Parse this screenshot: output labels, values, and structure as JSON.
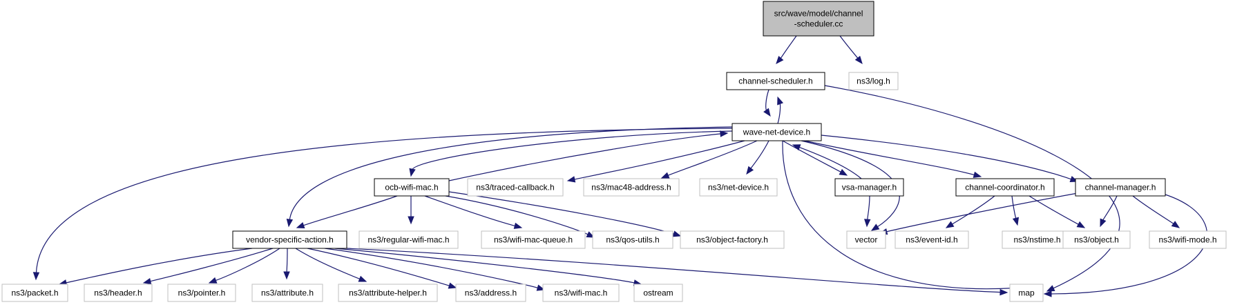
{
  "colors": {
    "edge": "#191970",
    "root_fill": "#bfbfbf",
    "doc_border": "#000000",
    "ext_border": "#bfbfbf",
    "text": "#000000"
  },
  "nodes": [
    {
      "id": "root",
      "lines": [
        "src/wave/model/channel",
        "-scheduler.cc"
      ],
      "kind": "root"
    },
    {
      "id": "channel-scheduler-h",
      "lines": [
        "channel-scheduler.h"
      ],
      "kind": "doc"
    },
    {
      "id": "ns3-log-h",
      "lines": [
        "ns3/log.h"
      ],
      "kind": "ext"
    },
    {
      "id": "wave-net-device-h",
      "lines": [
        "wave-net-device.h"
      ],
      "kind": "doc"
    },
    {
      "id": "ocb-wifi-mac-h",
      "lines": [
        "ocb-wifi-mac.h"
      ],
      "kind": "doc"
    },
    {
      "id": "ns3-traced-callback-h",
      "lines": [
        "ns3/traced-callback.h"
      ],
      "kind": "ext"
    },
    {
      "id": "ns3-mac48-address-h",
      "lines": [
        "ns3/mac48-address.h"
      ],
      "kind": "ext"
    },
    {
      "id": "ns3-net-device-h",
      "lines": [
        "ns3/net-device.h"
      ],
      "kind": "ext"
    },
    {
      "id": "vsa-manager-h",
      "lines": [
        "vsa-manager.h"
      ],
      "kind": "doc"
    },
    {
      "id": "channel-coordinator-h",
      "lines": [
        "channel-coordinator.h"
      ],
      "kind": "doc"
    },
    {
      "id": "channel-manager-h",
      "lines": [
        "channel-manager.h"
      ],
      "kind": "doc"
    },
    {
      "id": "vendor-specific-action-h",
      "lines": [
        "vendor-specific-action.h"
      ],
      "kind": "doc"
    },
    {
      "id": "ns3-regular-wifi-mac-h",
      "lines": [
        "ns3/regular-wifi-mac.h"
      ],
      "kind": "ext"
    },
    {
      "id": "ns3-wifi-mac-queue-h",
      "lines": [
        "ns3/wifi-mac-queue.h"
      ],
      "kind": "ext"
    },
    {
      "id": "ns3-qos-utils-h",
      "lines": [
        "ns3/qos-utils.h"
      ],
      "kind": "ext"
    },
    {
      "id": "ns3-object-factory-h",
      "lines": [
        "ns3/object-factory.h"
      ],
      "kind": "ext"
    },
    {
      "id": "vector",
      "lines": [
        "vector"
      ],
      "kind": "ext"
    },
    {
      "id": "ns3-event-id-h",
      "lines": [
        "ns3/event-id.h"
      ],
      "kind": "ext"
    },
    {
      "id": "ns3-nstime-h",
      "lines": [
        "ns3/nstime.h"
      ],
      "kind": "ext"
    },
    {
      "id": "ns3-object-h",
      "lines": [
        "ns3/object.h"
      ],
      "kind": "ext"
    },
    {
      "id": "ns3-wifi-mode-h",
      "lines": [
        "ns3/wifi-mode.h"
      ],
      "kind": "ext"
    },
    {
      "id": "ns3-packet-h",
      "lines": [
        "ns3/packet.h"
      ],
      "kind": "ext"
    },
    {
      "id": "ns3-header-h",
      "lines": [
        "ns3/header.h"
      ],
      "kind": "ext"
    },
    {
      "id": "ns3-pointer-h",
      "lines": [
        "ns3/pointer.h"
      ],
      "kind": "ext"
    },
    {
      "id": "ns3-attribute-h",
      "lines": [
        "ns3/attribute.h"
      ],
      "kind": "ext"
    },
    {
      "id": "ns3-attribute-helper-h",
      "lines": [
        "ns3/attribute-helper.h"
      ],
      "kind": "ext"
    },
    {
      "id": "ns3-address-h",
      "lines": [
        "ns3/address.h"
      ],
      "kind": "ext"
    },
    {
      "id": "ns3-wifi-mac-h",
      "lines": [
        "ns3/wifi-mac.h"
      ],
      "kind": "ext"
    },
    {
      "id": "ostream",
      "lines": [
        "ostream"
      ],
      "kind": "ext"
    },
    {
      "id": "map",
      "lines": [
        "map"
      ],
      "kind": "ext"
    }
  ],
  "edges": [
    {
      "from": "root",
      "to": "channel-scheduler-h"
    },
    {
      "from": "root",
      "to": "ns3-log-h"
    },
    {
      "from": "channel-scheduler-h",
      "to": "wave-net-device-h"
    },
    {
      "from": "channel-scheduler-h",
      "to": "map"
    },
    {
      "from": "wave-net-device-h",
      "to": "channel-scheduler-h"
    },
    {
      "from": "wave-net-device-h",
      "to": "ocb-wifi-mac-h"
    },
    {
      "from": "wave-net-device-h",
      "to": "ns3-traced-callback-h"
    },
    {
      "from": "wave-net-device-h",
      "to": "ns3-mac48-address-h"
    },
    {
      "from": "wave-net-device-h",
      "to": "ns3-net-device-h"
    },
    {
      "from": "wave-net-device-h",
      "to": "vsa-manager-h"
    },
    {
      "from": "wave-net-device-h",
      "to": "channel-coordinator-h"
    },
    {
      "from": "wave-net-device-h",
      "to": "channel-manager-h"
    },
    {
      "from": "wave-net-device-h",
      "to": "vendor-specific-action-h"
    },
    {
      "from": "wave-net-device-h",
      "to": "ns3-packet-h"
    },
    {
      "from": "wave-net-device-h",
      "to": "vector"
    },
    {
      "from": "wave-net-device-h",
      "to": "map"
    },
    {
      "from": "ocb-wifi-mac-h",
      "to": "wave-net-device-h"
    },
    {
      "from": "ocb-wifi-mac-h",
      "to": "vendor-specific-action-h"
    },
    {
      "from": "ocb-wifi-mac-h",
      "to": "ns3-regular-wifi-mac-h"
    },
    {
      "from": "ocb-wifi-mac-h",
      "to": "ns3-wifi-mac-queue-h"
    },
    {
      "from": "ocb-wifi-mac-h",
      "to": "ns3-qos-utils-h"
    },
    {
      "from": "ocb-wifi-mac-h",
      "to": "ns3-object-factory-h"
    },
    {
      "from": "vsa-manager-h",
      "to": "wave-net-device-h"
    },
    {
      "from": "vsa-manager-h",
      "to": "vector"
    },
    {
      "from": "channel-coordinator-h",
      "to": "ns3-event-id-h"
    },
    {
      "from": "channel-coordinator-h",
      "to": "ns3-nstime-h"
    },
    {
      "from": "channel-coordinator-h",
      "to": "ns3-object-h"
    },
    {
      "from": "channel-manager-h",
      "to": "vector"
    },
    {
      "from": "channel-manager-h",
      "to": "ns3-object-h"
    },
    {
      "from": "channel-manager-h",
      "to": "ns3-wifi-mode-h"
    },
    {
      "from": "channel-manager-h",
      "to": "map"
    },
    {
      "from": "vendor-specific-action-h",
      "to": "ns3-packet-h"
    },
    {
      "from": "vendor-specific-action-h",
      "to": "ns3-header-h"
    },
    {
      "from": "vendor-specific-action-h",
      "to": "ns3-pointer-h"
    },
    {
      "from": "vendor-specific-action-h",
      "to": "ns3-attribute-h"
    },
    {
      "from": "vendor-specific-action-h",
      "to": "ns3-attribute-helper-h"
    },
    {
      "from": "vendor-specific-action-h",
      "to": "ns3-address-h"
    },
    {
      "from": "vendor-specific-action-h",
      "to": "ns3-wifi-mac-h"
    },
    {
      "from": "vendor-specific-action-h",
      "to": "ostream"
    },
    {
      "from": "vendor-specific-action-h",
      "to": "map"
    }
  ]
}
